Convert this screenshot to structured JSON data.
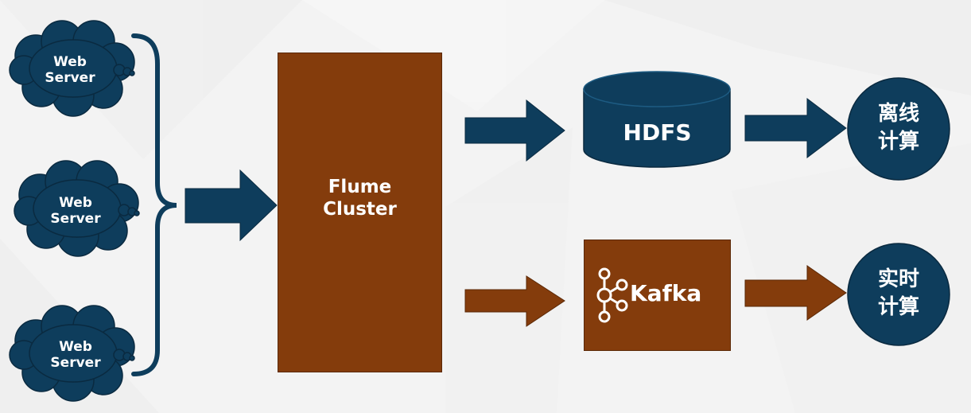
{
  "sources": [
    {
      "line1": "Web",
      "line2": "Server"
    },
    {
      "line1": "Web",
      "line2": "Server"
    },
    {
      "line1": "Web",
      "line2": "Server"
    }
  ],
  "flume": {
    "line1": "Flume",
    "line2": "Cluster"
  },
  "hdfs": {
    "label": "HDFS"
  },
  "kafka": {
    "label": "Kafka"
  },
  "offline": {
    "line1": "离线",
    "line2": "计算"
  },
  "realtime": {
    "line1": "实时",
    "line2": "计算"
  },
  "colors": {
    "navy": "#0e3d5c",
    "brown": "#843c0c",
    "background": "#f3f3f3"
  }
}
